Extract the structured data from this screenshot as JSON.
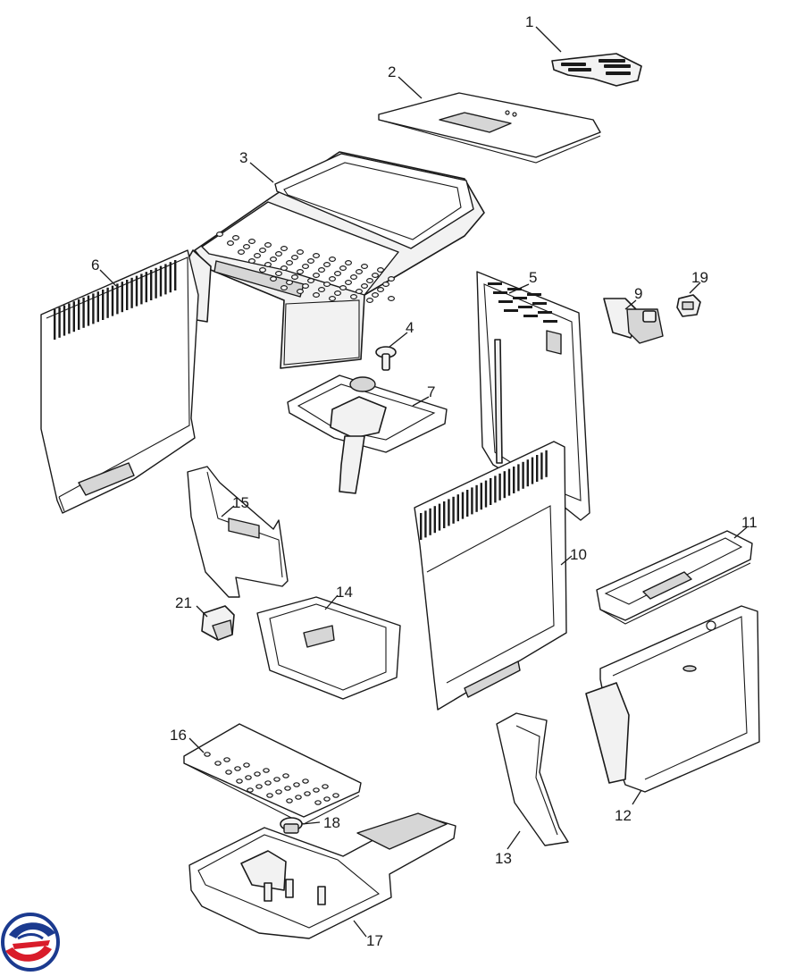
{
  "diagram": {
    "parts": [
      {
        "id": "part-1",
        "label": "1"
      },
      {
        "id": "part-2",
        "label": "2"
      },
      {
        "id": "part-3",
        "label": "3"
      },
      {
        "id": "part-4",
        "label": "4"
      },
      {
        "id": "part-5",
        "label": "5"
      },
      {
        "id": "part-6",
        "label": "6"
      },
      {
        "id": "part-7",
        "label": "7"
      },
      {
        "id": "part-9",
        "label": "9"
      },
      {
        "id": "part-10",
        "label": "10"
      },
      {
        "id": "part-11",
        "label": "11"
      },
      {
        "id": "part-12",
        "label": "12"
      },
      {
        "id": "part-13",
        "label": "13"
      },
      {
        "id": "part-14",
        "label": "14"
      },
      {
        "id": "part-15",
        "label": "15"
      },
      {
        "id": "part-16",
        "label": "16"
      },
      {
        "id": "part-17",
        "label": "17"
      },
      {
        "id": "part-18",
        "label": "18"
      },
      {
        "id": "part-19",
        "label": "19"
      },
      {
        "id": "part-21",
        "label": "21"
      }
    ],
    "logo": {
      "colors": [
        "#1b3a8f",
        "#d91c2a"
      ],
      "icon": "brand-logo-icon"
    }
  }
}
